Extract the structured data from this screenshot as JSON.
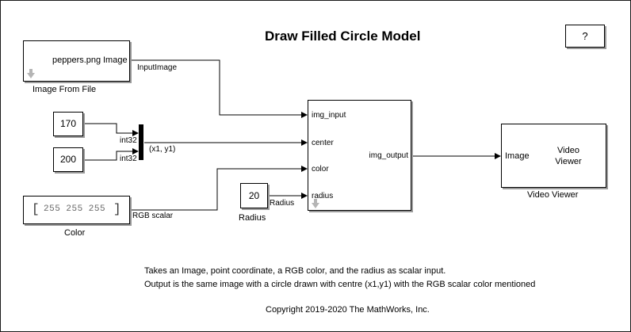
{
  "title": "Draw Filled Circle Model",
  "help_button": "?",
  "blocks": {
    "image_from_file": {
      "content": "peppers.png",
      "port": "Image",
      "label": "Image From File"
    },
    "const_170": {
      "value": "170"
    },
    "const_200": {
      "value": "200"
    },
    "color": {
      "value": "255 255 255",
      "bracket_left": "[",
      "bracket_right": "]",
      "label": "Color"
    },
    "radius": {
      "value": "20",
      "label": "Radius"
    },
    "draw_circle": {
      "inputs": [
        "img_input",
        "center",
        "color",
        "radius"
      ],
      "output": "img_output"
    },
    "video_viewer": {
      "port": "Image",
      "content_line1": "Video",
      "content_line2": "Viewer",
      "label": "Video Viewer"
    }
  },
  "signals": {
    "input_image": "InputImage",
    "int32_a": "int32",
    "int32_b": "int32",
    "center": "(x1, y1)",
    "rgb_scalar": "RGB scalar",
    "radius": "Radius"
  },
  "notes": {
    "line1": "Takes an Image, point coordinate, a RGB color, and the radius as scalar input.",
    "line2": "Output is the same image  with a circle drawn with centre (x1,y1)  with the RGB scalar color mentioned",
    "copyright": "Copyright 2019-2020 The MathWorks, Inc."
  }
}
